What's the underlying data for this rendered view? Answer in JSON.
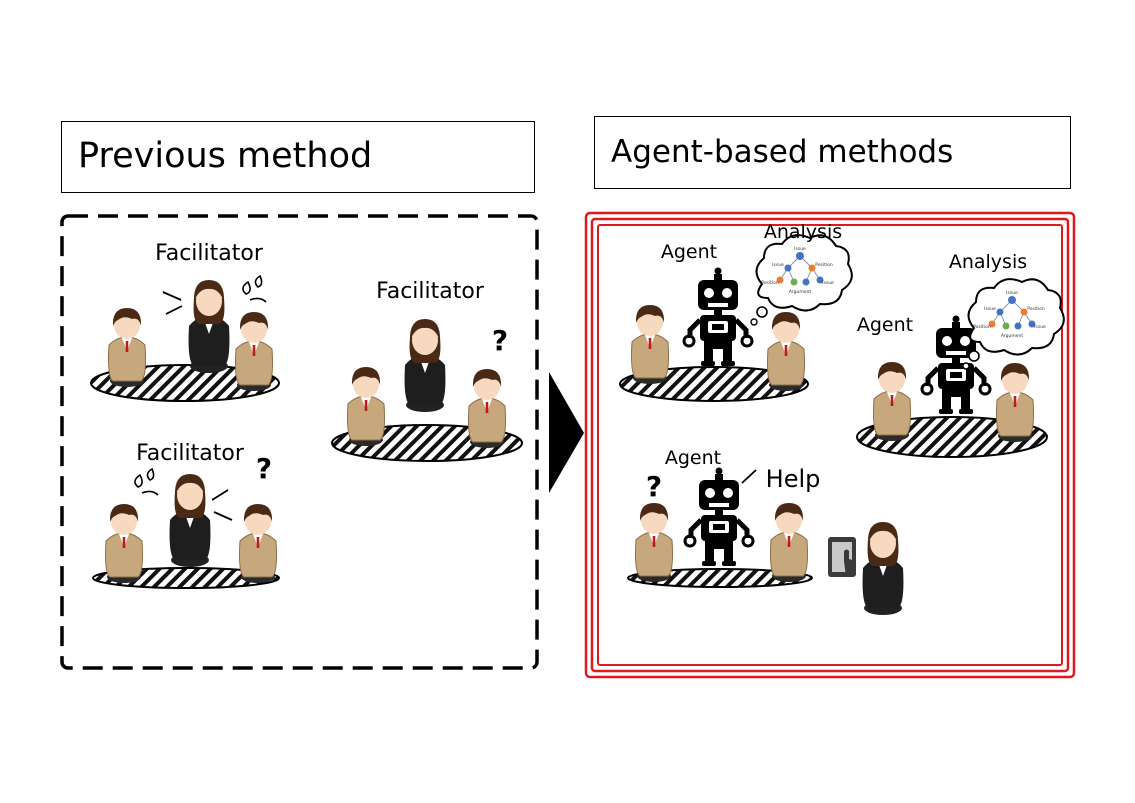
{
  "left_panel": {
    "title": "Previous method",
    "group1": {
      "label": "Facilitator"
    },
    "group2": {
      "label": "Facilitator",
      "question_mark": "?"
    },
    "group3": {
      "label": "Facilitator",
      "question_mark": "?"
    }
  },
  "right_panel": {
    "title": "Agent-based methods",
    "group1": {
      "agent_label": "Agent",
      "analysis_label": "Analysis",
      "graph_labels": {
        "issue": "Issue",
        "position_left": "Issue",
        "position_right": "Position",
        "position_a": "Position",
        "position_b": "Issue",
        "argument": "Argument"
      }
    },
    "group2": {
      "agent_label": "Agent",
      "analysis_label": "Analysis",
      "graph_labels": {
        "issue": "Issue",
        "position_left": "Issue",
        "position_right": "Position",
        "position_a": "Position",
        "position_b": "Issue",
        "argument": "Argument"
      }
    },
    "group3": {
      "agent_label": "Agent",
      "help_label": "Help",
      "question_mark": "?"
    }
  },
  "colors": {
    "frame_red": "#e0191f",
    "suit_jacket": "#c7a77c",
    "dark_suit": "#1e1e1e",
    "hair": "#4a2a14",
    "skin": "#f7d9c0"
  }
}
